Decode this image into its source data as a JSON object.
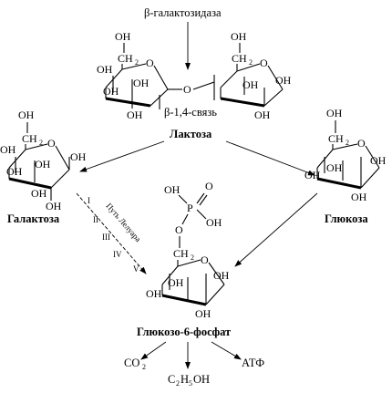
{
  "enzyme": "β-галактозидаза",
  "bond_label": "β-1,4-связь",
  "lactose": "Лактоза",
  "galactose": "Галактоза",
  "glucose": "Глюкоза",
  "g6p": "Глюкозо-6-фосфат",
  "leloir": "Путь Лелуара",
  "steps": [
    "I",
    "II",
    "III",
    "IV",
    "V"
  ],
  "products": {
    "co2": "CO",
    "etoh_c": "C",
    "etoh_h": "H",
    "etoh_oh": "OH",
    "atp": "АТФ"
  },
  "atoms": {
    "oh": "OH",
    "o": "O",
    "ch": "CH",
    "two": "2",
    "five": "5",
    "p": "P"
  }
}
